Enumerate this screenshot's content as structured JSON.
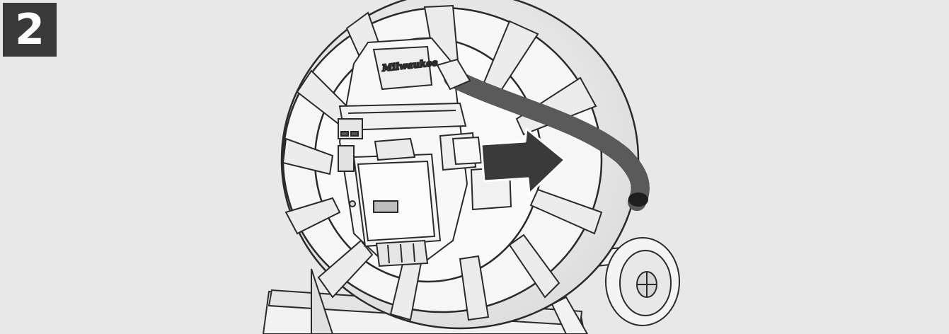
{
  "step": {
    "number": "2"
  },
  "illustration": {
    "brand_logo_text": "Milwaukee",
    "icon": "cable-reel-connector-illustration",
    "arrow_icon": "arrow-right-icon"
  },
  "colors": {
    "background": "#e8e8e8",
    "badge": "#3a3a3a",
    "badge_text": "#ffffff",
    "line": "#2a2a2a",
    "fill_light": "#f4f4f4",
    "hose": "#1e1e1e",
    "arrow": "#3a3a3a"
  }
}
